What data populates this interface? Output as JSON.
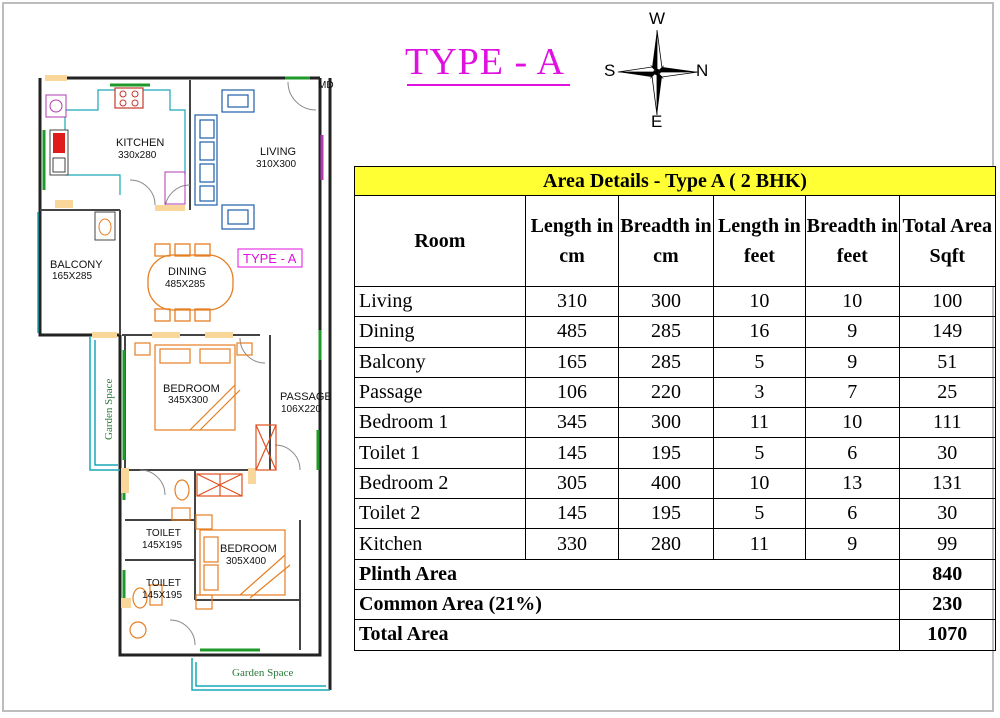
{
  "title": "TYPE - A",
  "compass": {
    "north": "N",
    "south": "S",
    "east": "E",
    "west": "W"
  },
  "plan_labels": {
    "md": "MD",
    "kitchen": "KITCHEN",
    "kitchen_size": "330x280",
    "living": "LIVING",
    "living_size": "310X300",
    "balcony": "BALCONY",
    "balcony_size": "165X285",
    "dining": "DINING",
    "dining_size": "485X285",
    "type_tag": "TYPE - A",
    "bedroom1": "BEDROOM",
    "bedroom1_size": "345X300",
    "passage": "PASSAGE",
    "passage_size": "106X220",
    "toilet1": "TOILET",
    "toilet1_size": "145X195",
    "bedroom2": "BEDROOM",
    "bedroom2_size": "305X400",
    "toilet2": "TOILET",
    "toilet2_size": "145X195",
    "garden_left": "Garden Space",
    "garden_bottom": "Garden Space"
  },
  "table": {
    "caption": "Area Details - Type A ( 2 BHK)",
    "headers": [
      "Room",
      "Length in cm",
      "Breadth in cm",
      "Length in feet",
      "Breadth in feet",
      "Total Area Sqft"
    ],
    "rows": [
      [
        "Living",
        "310",
        "300",
        "10",
        "10",
        "100"
      ],
      [
        "Dining",
        "485",
        "285",
        "16",
        "9",
        "149"
      ],
      [
        "Balcony",
        "165",
        "285",
        "5",
        "9",
        "51"
      ],
      [
        "Passage",
        "106",
        "220",
        "3",
        "7",
        "25"
      ],
      [
        "Bedroom 1",
        "345",
        "300",
        "11",
        "10",
        "111"
      ],
      [
        "Toilet 1",
        "145",
        "195",
        "5",
        "6",
        "30"
      ],
      [
        "Bedroom 2",
        "305",
        "400",
        "10",
        "13",
        "131"
      ],
      [
        "Toilet 2",
        "145",
        "195",
        "5",
        "6",
        "30"
      ],
      [
        "Kitchen",
        "330",
        "280",
        "11",
        "9",
        "99"
      ]
    ],
    "summary": [
      {
        "label": "Plinth Area",
        "value": "840"
      },
      {
        "label": "Common Area (21%)",
        "value": "230"
      },
      {
        "label": "Total Area",
        "value": "1070"
      }
    ]
  }
}
